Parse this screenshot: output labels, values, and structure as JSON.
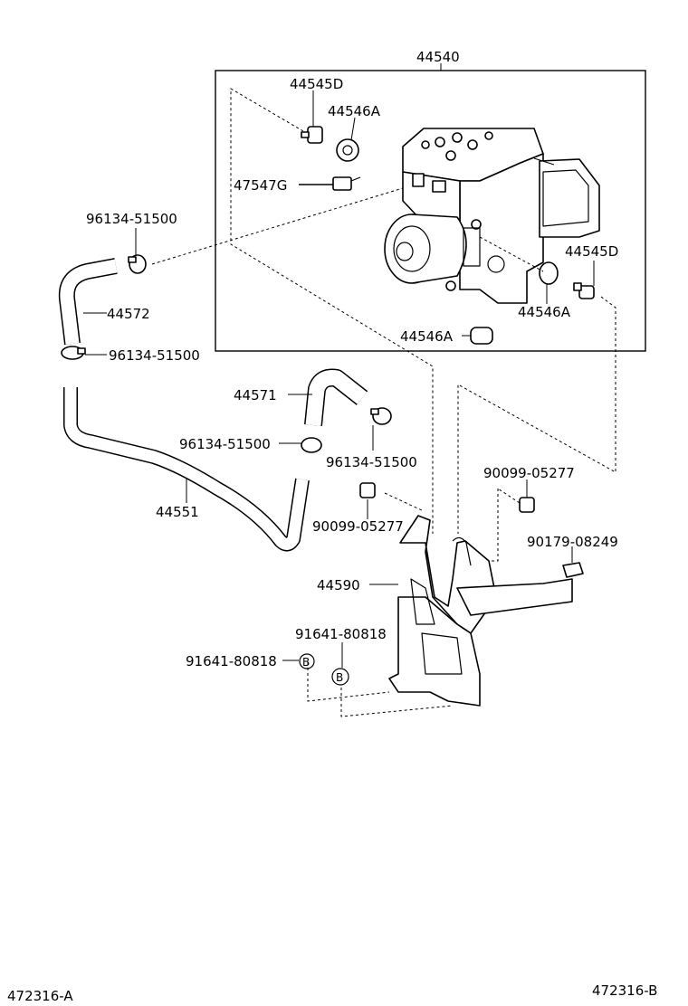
{
  "labels": {
    "assembly": "44540",
    "bolt_top": "44545D",
    "cushion_top": "44546A",
    "bleeder": "47547G",
    "clamp_1": "96134-51500",
    "hose_44572": "44572",
    "clamp_2": "96134-51500",
    "bolt_right": "44545D",
    "cushion_right": "44546A",
    "cushion_bottom": "44546A",
    "hose_44571": "44571",
    "clamp_3": "96134-51500",
    "clamp_4": "96134-51500",
    "pipe_44551": "44551",
    "bolt_90099_a": "90099-05277",
    "bolt_90099_b": "90099-05277",
    "nut_90179": "90179-08249",
    "bracket": "44590",
    "bolt_91641_a": "91641-80818",
    "bolt_91641_b": "91641-80818",
    "ref_left": "472316-A",
    "ref_right": "472316-B"
  },
  "markers": {
    "b_left": "B",
    "b_right": "B"
  }
}
